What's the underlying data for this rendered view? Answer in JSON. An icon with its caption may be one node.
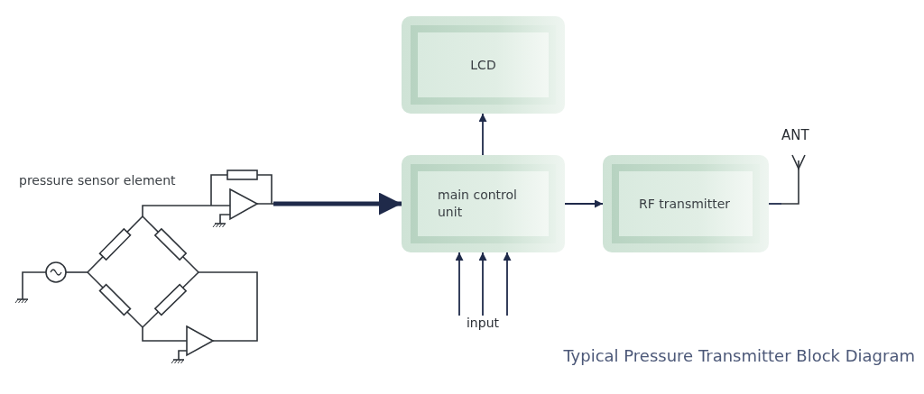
{
  "diagram": {
    "caption": "Typical Pressure Transmitter Block Diagram",
    "nodes": [
      {
        "text": [
          "pressure sensor element"
        ]
      },
      {
        "text": [
          "LCD"
        ]
      },
      {
        "text": [
          "main control unit"
        ]
      },
      {
        "text": [
          "RF transmitter"
        ]
      },
      {
        "text": [
          "ANT"
        ]
      },
      {
        "text": [
          "input"
        ]
      }
    ],
    "edges": [
      {
        "from": 0,
        "to": 2,
        "arrow": "to",
        "style": "thick"
      },
      {
        "from": 2,
        "to": 1,
        "arrow": "to"
      },
      {
        "from": 2,
        "to": 3,
        "arrow": "to"
      },
      {
        "from": 3,
        "to": 4,
        "arrow": "none"
      },
      {
        "from": 5,
        "to": 2,
        "arrow": "to"
      },
      {
        "from": 5,
        "to": 2,
        "arrow": "to"
      },
      {
        "from": 5,
        "to": 2,
        "arrow": "to"
      }
    ]
  }
}
